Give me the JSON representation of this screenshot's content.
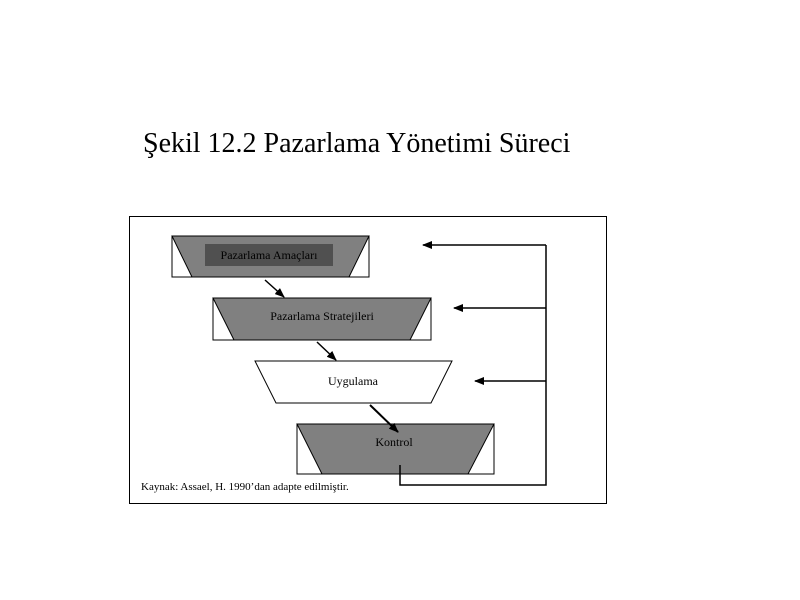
{
  "title": "Şekil 12.2 Pazarlama Yönetimi Süreci",
  "steps": {
    "step1": "Pazarlama Amaçları",
    "step2": "Pazarlama Stratejileri",
    "step3": "Uygulama",
    "step4": "Kontrol"
  },
  "source": "Kaynak: Assael, H. 1990’dan adapte edilmiştir.",
  "colors": {
    "fill_gray": "#808080",
    "label_bg_dark": "#505050",
    "stroke": "#000000",
    "background": "#ffffff"
  }
}
